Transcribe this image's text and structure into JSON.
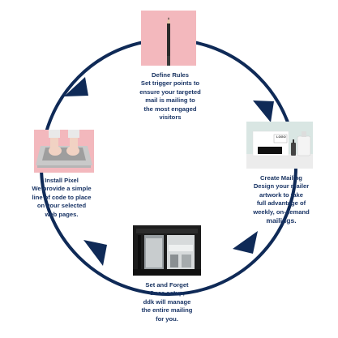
{
  "colors": {
    "ring": "#0f2a57",
    "text": "#1a3566",
    "pink": "#f0b3b9"
  },
  "steps": [
    {
      "id": "define-rules",
      "image": "pencil-photo",
      "title": "Define Rules",
      "lines": [
        "Set trigger points to",
        "ensure your targeted",
        "mail is mailing to",
        "the most engaged",
        "visitors"
      ]
    },
    {
      "id": "create-mailing",
      "image": "mailer-mockup-photo",
      "title": "Create Mailing",
      "lines": [
        "Design your mailer",
        "artwork to take",
        "full advantage of",
        "weekly, on-demand",
        "mailings."
      ]
    },
    {
      "id": "set-and-forget",
      "image": "storefront-photo",
      "title": "Set and Forget",
      "lines": [
        "Once setup,",
        "ddk will manage",
        "the entire mailing",
        "for you."
      ]
    },
    {
      "id": "install-pixel",
      "image": "laptop-typing-photo",
      "title": "Install Pixel",
      "lines": [
        "We provide a simple",
        "line of code to place",
        "on your selected",
        "web pages."
      ]
    }
  ],
  "mockup_logo_text": "LOGO"
}
